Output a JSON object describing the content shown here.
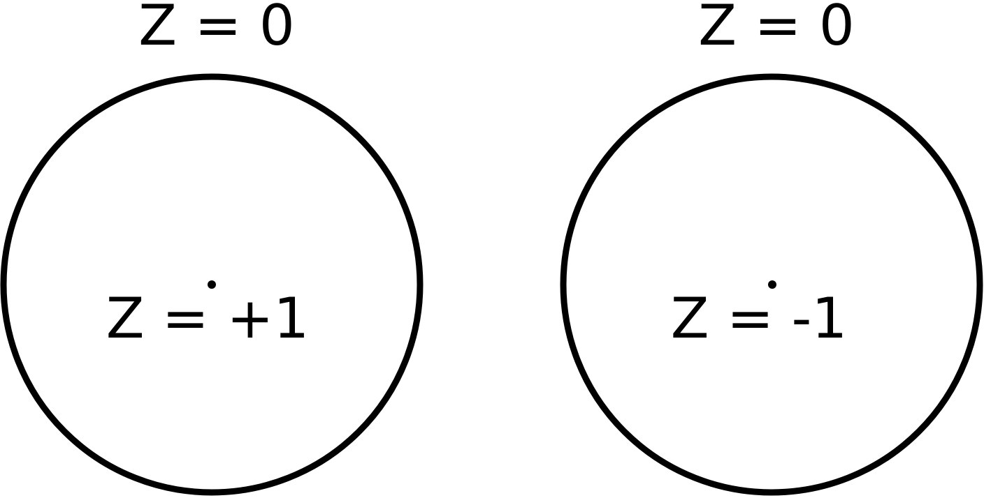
{
  "diagram": {
    "stroke_color": "#000000",
    "background_color": "#ffffff",
    "panels": [
      {
        "top_label": "Z = 0",
        "center_label": "Z = +1"
      },
      {
        "top_label": "Z = 0",
        "center_label": "Z = -1"
      }
    ]
  }
}
